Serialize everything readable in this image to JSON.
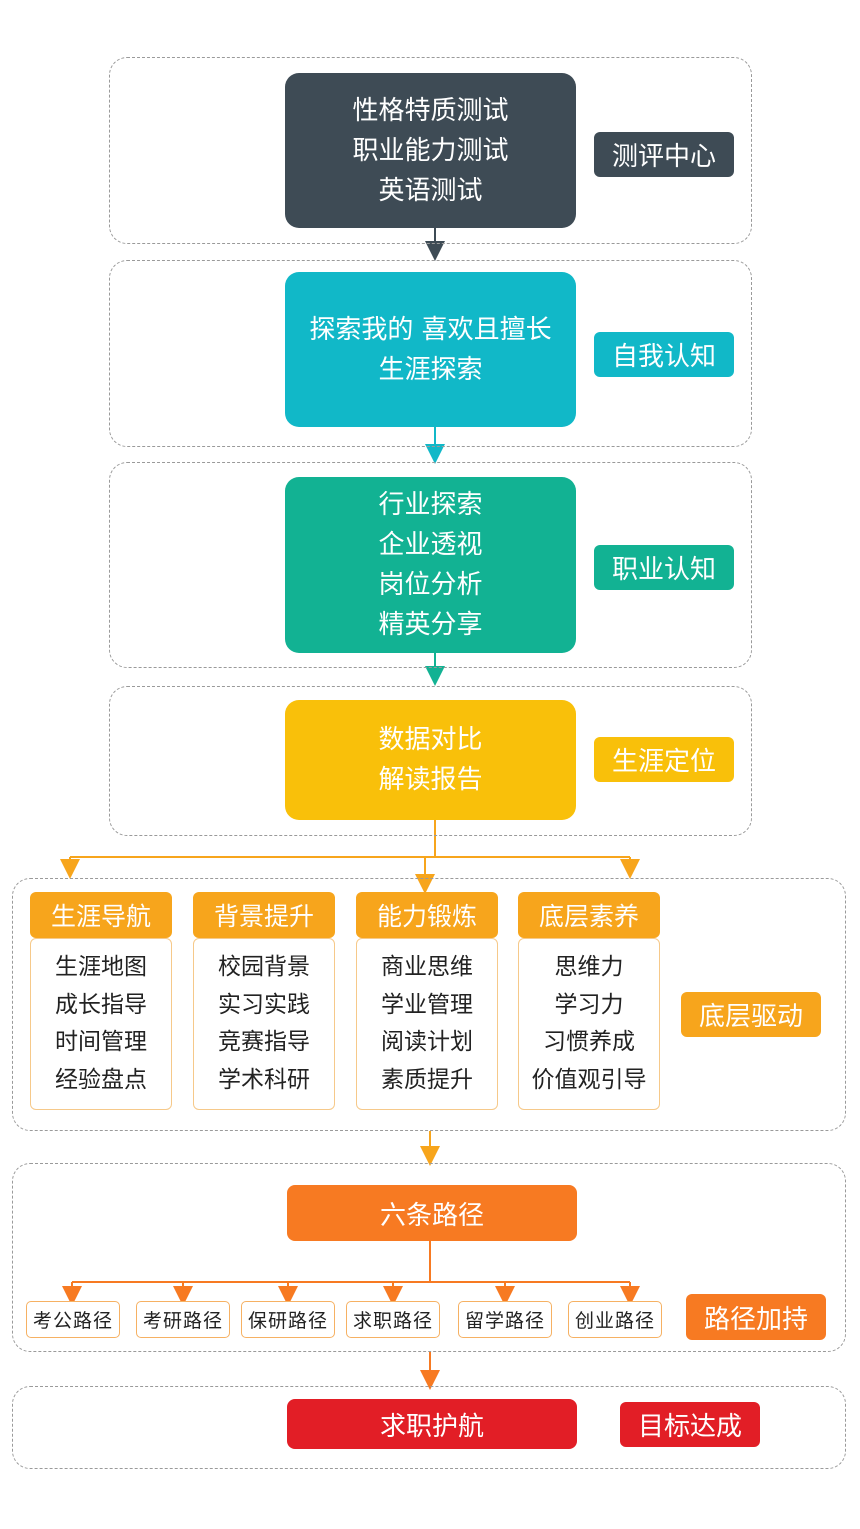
{
  "colors": {
    "assessment": "#3e4b55",
    "self": "#11b8c8",
    "career": "#12b293",
    "positioning": "#f9c00a",
    "foundation": "#f7a51c",
    "paths": "#f77a22",
    "goal": "#e21e26"
  },
  "assessment": {
    "lines": [
      "性格特质测试",
      "职业能力测试",
      "英语测试"
    ],
    "tag": "测评中心"
  },
  "self_awareness": {
    "lines": [
      "探索我的 喜欢且擅长",
      "生涯探索"
    ],
    "tag": "自我认知"
  },
  "career_awareness": {
    "lines": [
      "行业探索",
      "企业透视",
      "岗位分析",
      "精英分享"
    ],
    "tag": "职业认知"
  },
  "positioning": {
    "lines": [
      "数据对比",
      "解读报告"
    ],
    "tag": "生涯定位"
  },
  "foundation": {
    "tag": "底层驱动",
    "columns": [
      {
        "title": "生涯导航",
        "items": [
          "生涯地图",
          "成长指导",
          "时间管理",
          "经验盘点"
        ]
      },
      {
        "title": "背景提升",
        "items": [
          "校园背景",
          "实习实践",
          "竞赛指导",
          "学术科研"
        ]
      },
      {
        "title": "能力锻炼",
        "items": [
          "商业思维",
          "学业管理",
          "阅读计划",
          "素质提升"
        ]
      },
      {
        "title": "底层素养",
        "items": [
          "思维力",
          "学习力",
          "习惯养成",
          "价值观引导"
        ]
      }
    ]
  },
  "paths": {
    "title": "六条路径",
    "tag": "路径加持",
    "items": [
      "考公路径",
      "考研路径",
      "保研路径",
      "求职路径",
      "留学路径",
      "创业路径"
    ]
  },
  "goal": {
    "title": "求职护航",
    "tag": "目标达成"
  }
}
